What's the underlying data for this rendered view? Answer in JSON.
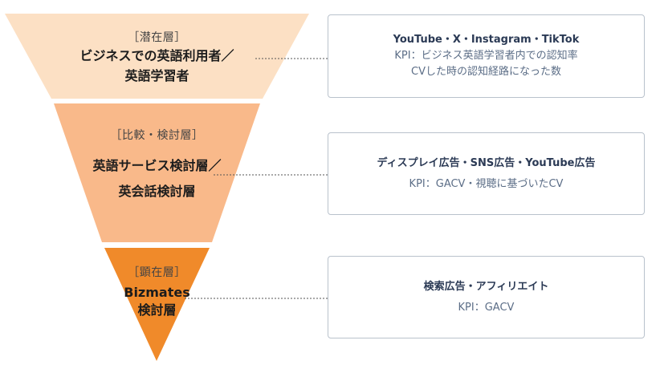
{
  "colors": {
    "tier1": "#fce0c4",
    "tier2": "#f9b98a",
    "tier3": "#f08a2a",
    "card_border": "#b9c2cc",
    "card_title": "#2b3a55",
    "card_kpi": "#5c6e87",
    "connector": "#555555"
  },
  "tiers": [
    {
      "tag": "［潜在層］",
      "title_lines": [
        "ビジネスでの英語利用者／",
        "英語学習者"
      ]
    },
    {
      "tag": "［比較・検討層］",
      "title_lines": [
        "英語サービス検討層／",
        "英会話検討層"
      ]
    },
    {
      "tag": "［顕在層］",
      "title_lines": [
        "Bizmates",
        "検討層"
      ]
    }
  ],
  "cards": [
    {
      "title": "YouTube・X・Instagram・TikTok",
      "kpi_lines": [
        "KPI：ビジネス英語学習者内での認知率",
        "CVした時の認知経路になった数"
      ]
    },
    {
      "title": "ディスプレイ広告・SNS広告・YouTube広告",
      "kpi_lines": [
        "KPI：GACV・視聴に基づいたCV"
      ]
    },
    {
      "title": "検索広告・アフィリエイト",
      "kpi_lines": [
        "KPI：GACV"
      ]
    }
  ]
}
